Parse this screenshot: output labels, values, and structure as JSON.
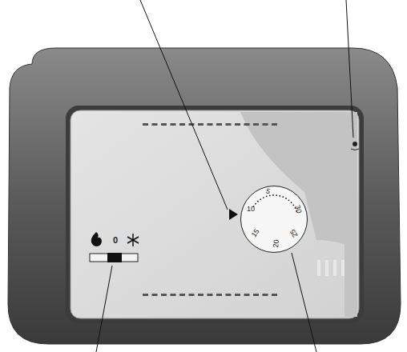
{
  "diagram": {
    "nodes": [
      {
        "text": [
          "5",
          "10",
          "30",
          "15",
          "20",
          "25"
        ]
      }
    ],
    "labels": [
      "0"
    ]
  }
}
